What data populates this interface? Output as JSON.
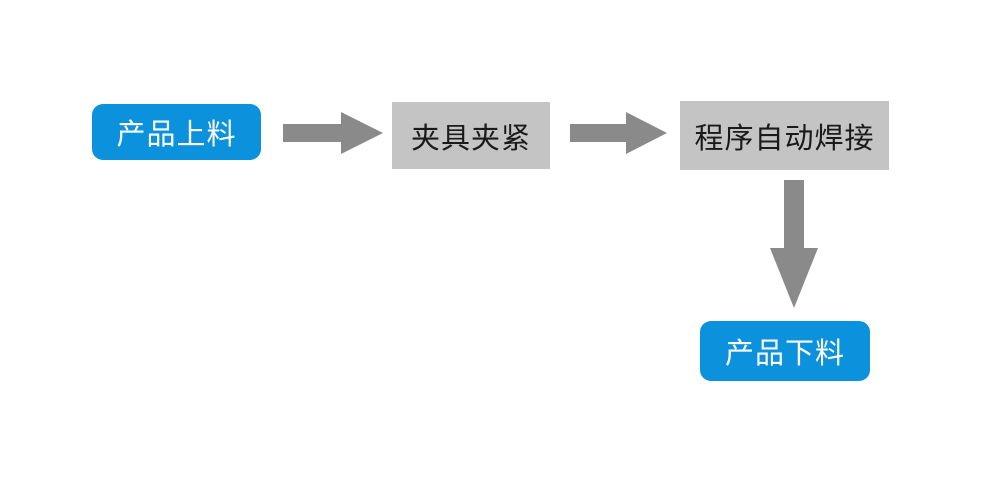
{
  "diagram": {
    "type": "flowchart",
    "title": "",
    "orientation": "left-to-right then top-to-bottom",
    "background_color": "#ffffff",
    "colors": {
      "node_start_end_fill": "#0c91dc",
      "node_start_end_text": "#ffffff",
      "node_process_fill": "#c4c4c4",
      "node_process_text": "#1a1a1a",
      "arrow_fill": "#8a8a8a"
    },
    "nodes": [
      {
        "id": "product-loading",
        "label": "产品上料",
        "shape": "rounded-rectangle",
        "fill": "#0c91dc",
        "text_color": "#ffffff",
        "step": 1
      },
      {
        "id": "fixture-clamping",
        "label": "夹具夹紧",
        "shape": "rectangle",
        "fill": "#c4c4c4",
        "text_color": "#1a1a1a",
        "step": 2
      },
      {
        "id": "auto-welding",
        "label": "程序自动焊接",
        "shape": "rectangle",
        "fill": "#c4c4c4",
        "text_color": "#1a1a1a",
        "step": 3
      },
      {
        "id": "product-unloading",
        "label": "产品下料",
        "shape": "rounded-rectangle",
        "fill": "#0c91dc",
        "text_color": "#ffffff",
        "step": 4
      }
    ],
    "connectors": [
      {
        "id": "loading-to-clamping",
        "from": "product-loading",
        "to": "fixture-clamping",
        "direction": "right",
        "style": "block-arrow",
        "fill": "#8a8a8a",
        "label": ""
      },
      {
        "id": "clamping-to-welding",
        "from": "fixture-clamping",
        "to": "auto-welding",
        "direction": "right",
        "style": "block-arrow",
        "fill": "#8a8a8a",
        "label": ""
      },
      {
        "id": "welding-to-unloading",
        "from": "auto-welding",
        "to": "product-unloading",
        "direction": "down",
        "style": "block-arrow",
        "fill": "#8a8a8a",
        "label": ""
      }
    ]
  }
}
